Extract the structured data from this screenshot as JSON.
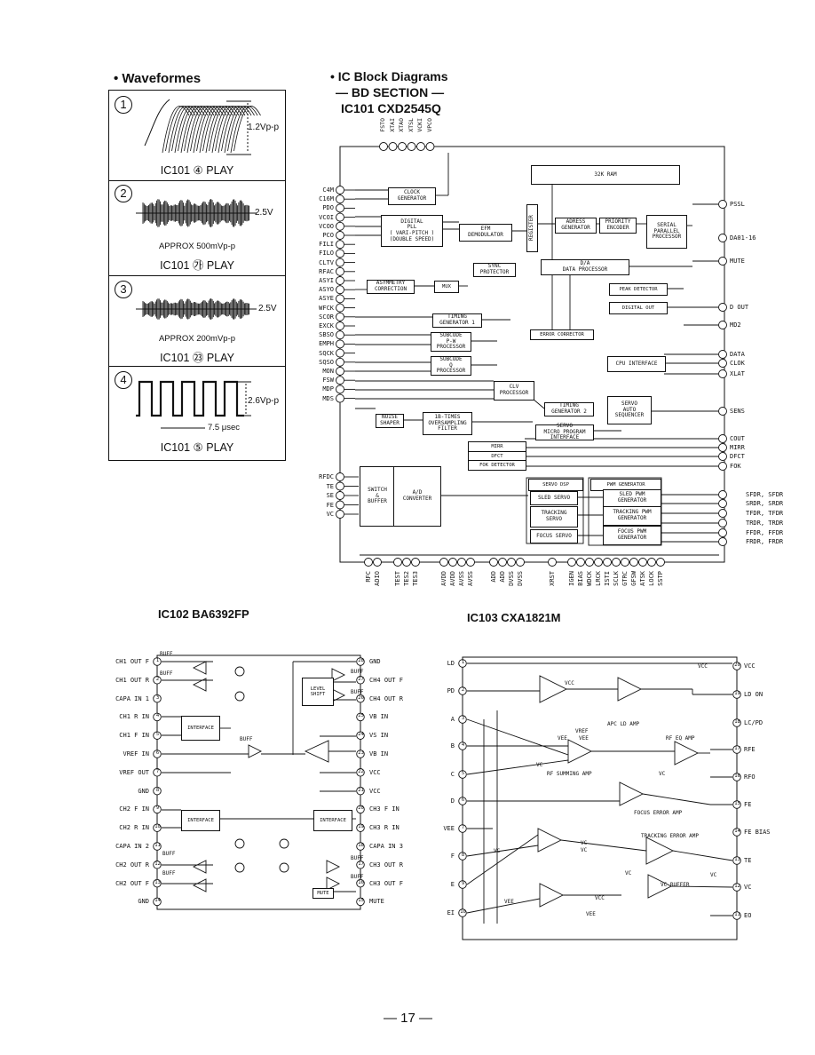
{
  "waveforms": {
    "heading": "• Waveformes",
    "panels": [
      {
        "num": "1",
        "amp": "1.2Vp-p",
        "approx": "",
        "caption": "IC101 ④ PLAY"
      },
      {
        "num": "2",
        "amp": "2.5V",
        "approx": "APPROX 500mVp-p",
        "caption": "IC101 ㉮ PLAY"
      },
      {
        "num": "3",
        "amp": "2.5V",
        "approx": "APPROX 200mVp-p",
        "caption": "IC101 ㉓ PLAY"
      },
      {
        "num": "4",
        "amp": "2.6Vp-p",
        "approx": "7.5 μsec",
        "caption": "IC101 ⑤ PLAY"
      }
    ]
  },
  "ic101": {
    "heading": "• IC Block Diagrams",
    "section": "— BD SECTION —",
    "title": "IC101  CXD2545Q",
    "top_pins": [
      "FSTO",
      "XTAI",
      "XTAO",
      "XTSL",
      "VCKI",
      "VPCO"
    ],
    "left_pins": [
      "C4M",
      "C16M",
      "PDO",
      "VCOI",
      "VCOO",
      "PCO",
      "FILI",
      "FILO",
      "CLTV",
      "RFAC",
      "ASYI",
      "ASYO",
      "ASYE",
      "WFCK",
      "SCOR",
      "EXCK",
      "SBSO",
      "EMPH",
      "SQCK",
      "SQSO",
      "MON",
      "FSW",
      "MDP",
      "MDS"
    ],
    "left_pins2": [
      "RFDC",
      "TE",
      "SE",
      "FE",
      "VC"
    ],
    "blocks": [
      "CLOCK\nGENERATOR",
      "DIGITAL\nPLL\n( VARI-PITCH )\n(DOUBLE SPEED)",
      "EFM\nDEMODULATOR",
      "REGISTER",
      "32K RAM",
      "ADRESS\nGENERATOR",
      "PRIORITY\nENCODER",
      "SERIAL\nPARALLEL\nPROCESSOR",
      "SYNC\nPROTECTOR",
      "ASYMMETRY\nCORRECTION",
      "MUX",
      "D/A\nDATA PROCESSOR",
      "PEAK DETECTOR",
      "DIGITAL OUT",
      "TIMING\nGENERATOR 1",
      "ERROR CORRECTOR",
      "SUBCODE\nP-W\nPROCESSOR",
      "SUBCODE\nQ\nPROCESSOR",
      "CPU INTERFACE",
      "CLV\nPROCESSOR",
      "TIMING\nGENERATOR 2",
      "SERVO\nAUTO\nSEQUENCER",
      "NOISE\nSHAPER",
      "1B-TIMES\nOVERSAMPLING\nFILTER",
      "SERVO\nMICRO PROGRAM\nINTERFACE",
      "MIRR",
      "DFCT",
      "FOK DETECTOR",
      "SWITCH\n&\nBUFFER",
      "A/D\nCONVERTER",
      "SERVO DSP",
      "SLED SERVO",
      "TRACKING\nSERVO",
      "FOCUS SERVO",
      "PWM GENERATOR",
      "SLED PWM\nGENERATOR",
      "TRACKING PWM\nGENERATOR",
      "FOCUS PWM\nGENERATOR"
    ],
    "right_pins": [
      "PSSL",
      "DA01-16",
      "MUTE",
      "D OUT",
      "MD2",
      "DATA",
      "CLOK",
      "XLAT",
      "SENS",
      "COUT",
      "MIRR",
      "DFCT",
      "FOK",
      "SFDR, SFDR",
      "SRDR, SRDR",
      "TFDR, TFDR",
      "TRDR, TRDR",
      "FFDR, FFDR",
      "FRDR, FRDR"
    ],
    "bottom_pins": [
      "RFC",
      "ADIO",
      "TEST",
      "TES2",
      "TES3",
      "AVDD",
      "AVDD",
      "AVSS",
      "AVSS",
      "ADD",
      "ADD",
      "DVSS",
      "DVSS",
      "XRST",
      "IGEN",
      "BIAS",
      "WDCK",
      "LRCK",
      "ISTI",
      "SCLK",
      "GTRC",
      "GFSW",
      "ATSK",
      "LOCK",
      "SSTP"
    ]
  },
  "ic102": {
    "title": "IC102  BA6392FP",
    "left_pins": [
      "CH1 OUT F",
      "CH1 OUT R",
      "CAPA IN 1",
      "CH1 R IN",
      "CH1 F IN",
      "VREF IN",
      "VREF OUT",
      "GND",
      "CH2 F IN",
      "CH2 R IN",
      "CAPA IN 2",
      "CH2 OUT R",
      "CH2 OUT F",
      "GND"
    ],
    "right_pins": [
      "GND",
      "CH4 OUT F",
      "CH4 OUT R",
      "VB IN",
      "VS IN",
      "VB IN",
      "VCC",
      "VCC",
      "CH3 F IN",
      "CH3 R IN",
      "CAPA IN 3",
      "CH3 OUT R",
      "CH3 OUT F",
      "MUTE"
    ],
    "left_nums": [
      "1",
      "2",
      "3",
      "4",
      "5",
      "6",
      "7",
      "8",
      "9",
      "10",
      "11",
      "12",
      "13",
      "14"
    ],
    "right_nums": [
      "28",
      "27",
      "26",
      "25",
      "24",
      "23",
      "22",
      "21",
      "20",
      "19",
      "18",
      "17",
      "16",
      "15"
    ],
    "blocks": [
      "INTERFACE",
      "INTERFACE",
      "INTERFACE",
      "LEVEL\nSHIFT",
      "MUTE"
    ],
    "labels": [
      "BUFF",
      "BUFF",
      "BUFF",
      "BUFF",
      "BUFF",
      "BUFF",
      "BUFF",
      "BUFF",
      "BUFF"
    ]
  },
  "ic103": {
    "title": "IC103  CXA1821M",
    "left_pins": [
      "LD",
      "PD",
      "A",
      "B",
      "C",
      "D",
      "VEE",
      "F",
      "E",
      "EI"
    ],
    "left_nums": [
      "1",
      "2",
      "3",
      "4",
      "5",
      "6",
      "7",
      "8",
      "9",
      "10"
    ],
    "right_pins": [
      "VCC",
      "LD ON",
      "LC/PD",
      "RFE",
      "RFO",
      "FE",
      "FE BIAS",
      "TE",
      "VC",
      "EO"
    ],
    "right_nums": [
      "20",
      "19",
      "18",
      "17",
      "16",
      "15",
      "14",
      "13",
      "12",
      "11"
    ],
    "labels": [
      "VCC",
      "VCC",
      "APC LD AMP",
      "VREF",
      "VEE",
      "VEE",
      "RF EQ AMP",
      "VC",
      "VC",
      "RF SUMMING AMP",
      "FOCUS ERROR AMP",
      "TRACKING ERROR AMP",
      "VC",
      "VC",
      "VC",
      "VC",
      "VC BUFFER",
      "VCC",
      "VEE",
      "VEE",
      "VC"
    ]
  },
  "page_number": "— 17 —"
}
